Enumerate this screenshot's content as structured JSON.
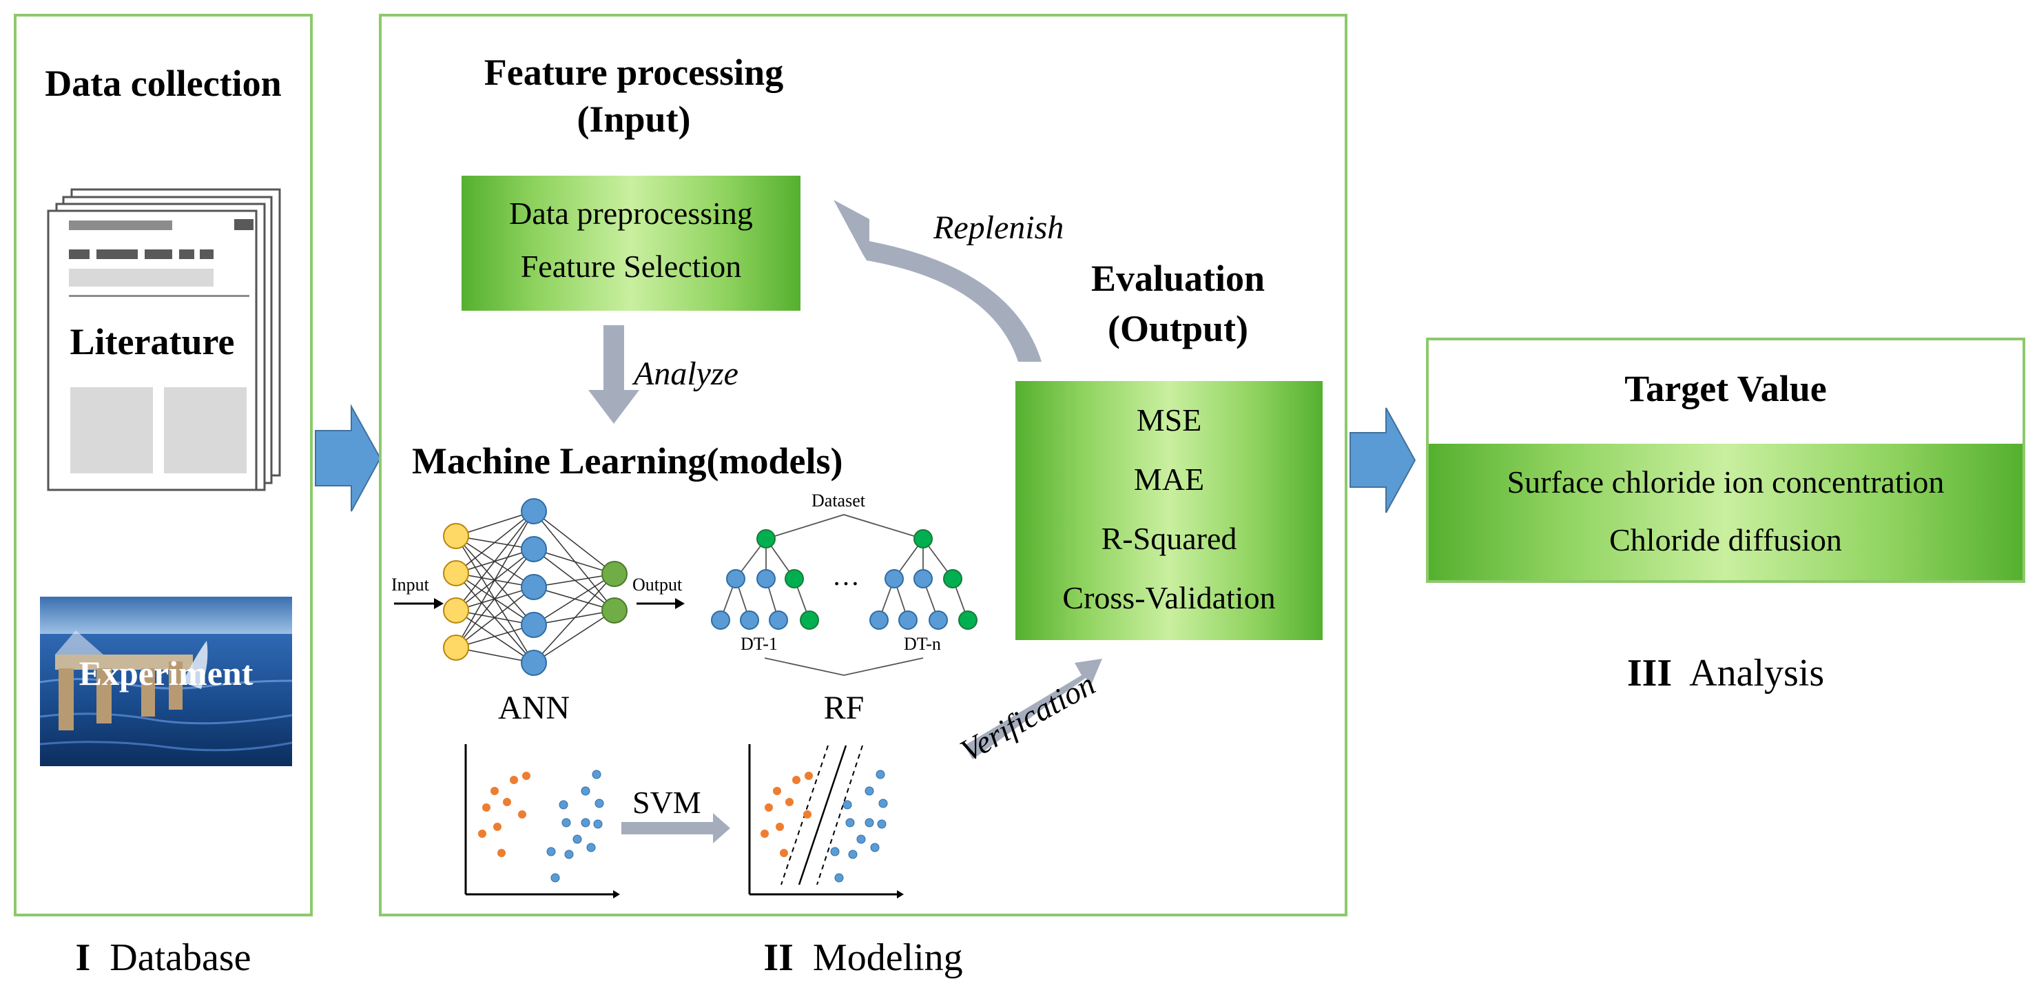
{
  "database": {
    "heading": "Data collection",
    "literature_label": "Literature",
    "experiment_label": "Experiment",
    "caption_numeral": "I",
    "caption_text": "Database"
  },
  "modeling": {
    "feature_heading_line1": "Feature processing",
    "feature_heading_line2": "(Input)",
    "preprocess_line1": "Data preprocessing",
    "preprocess_line2": "Feature Selection",
    "analyze_label": "Analyze",
    "replenish_label": "Replenish",
    "ml_heading": "Machine Learning(models)",
    "ann": {
      "input_label": "Input",
      "output_label": "Output",
      "name": "ANN"
    },
    "rf": {
      "dataset_label": "Dataset",
      "tree1_label": "DT-1",
      "treen_label": "DT-n",
      "ellipsis": "…",
      "name": "RF"
    },
    "svm_label": "SVM",
    "verification_label": "Verification",
    "evaluation_heading_line1": "Evaluation",
    "evaluation_heading_line2": "(Output)",
    "metrics": [
      "MSE",
      "MAE",
      "R-Squared",
      "Cross-Validation"
    ],
    "caption_numeral": "II",
    "caption_text": "Modeling"
  },
  "analysis": {
    "target_heading": "Target Value",
    "target_line1": "Surface chloride ion concentration",
    "target_line2": "Chloride diffusion",
    "caption_numeral": "III",
    "caption_text": "Analysis"
  },
  "colors": {
    "panel_border": "#8dc96b",
    "green_box": "#8fd35f",
    "arrow_blue": "#5b9bd5",
    "arrow_gray": "#a5adbd",
    "node_yellow": "#ffd966",
    "node_blue": "#5b9bd5",
    "node_green": "#70ad47",
    "tree_green": "#00b050",
    "svm_orange": "#ed7d31"
  }
}
